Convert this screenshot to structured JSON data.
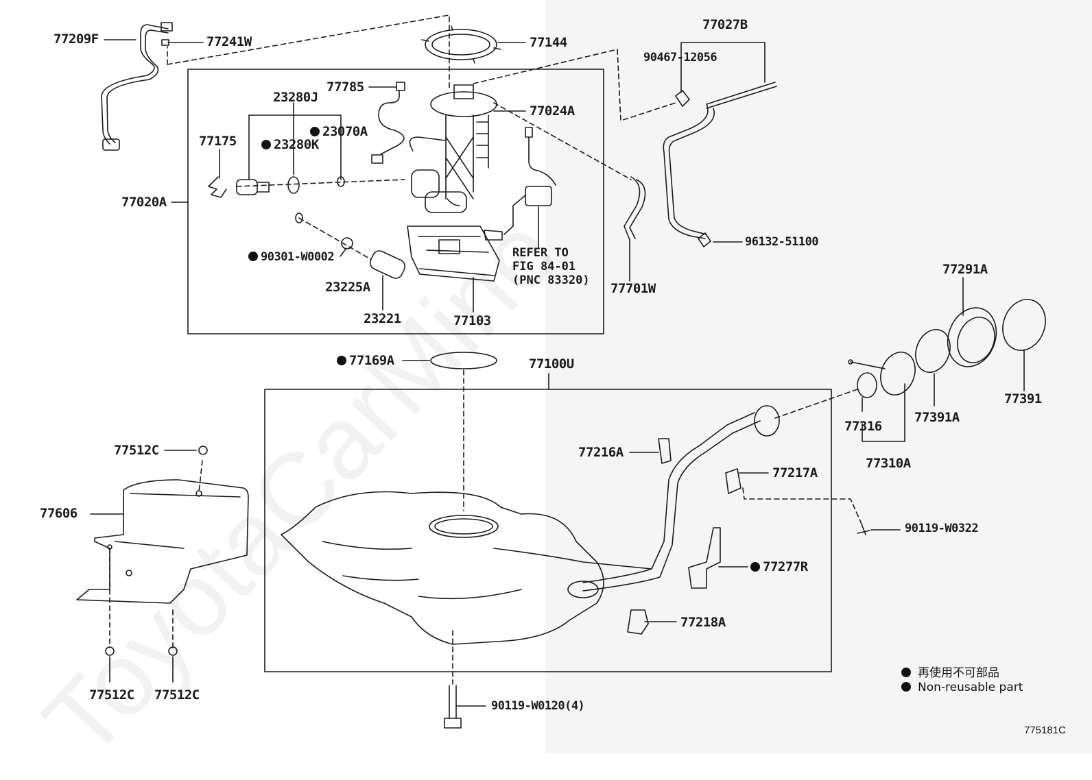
{
  "labels": {
    "p77209F": "77209F",
    "p77241W": "77241W",
    "p77144": "77144",
    "p77027B": "77027B",
    "p90467": "90467-12056",
    "p77785": "77785",
    "p23280J": "23280J",
    "p77024A": "77024A",
    "p23070A": "23070A",
    "p77175": "77175",
    "p23280K": "23280K",
    "p77020A": "77020A",
    "p90301": "90301-W0002",
    "p23225A": "23225A",
    "p23221": "23221",
    "p77103": "77103",
    "p77701W": "77701W",
    "p96132": "96132-51100",
    "p77291A": "77291A",
    "p77169A": "77169A",
    "p77100U": "77100U",
    "p77391": "77391",
    "p77316": "77316",
    "p77391A": "77391A",
    "p77310A": "77310A",
    "p77512C_top": "77512C",
    "p77216A": "77216A",
    "p77217A": "77217A",
    "p77606": "77606",
    "p90119_W0322": "90119-W0322",
    "p77277R": "77277R",
    "p77218A": "77218A",
    "p77512C_l": "77512C",
    "p77512C_r": "77512C",
    "p90119_W0120": "90119-W0120(4)"
  },
  "refer_note": [
    "REFER TO",
    "FIG 84-01",
    "(PNC 83320)"
  ],
  "legend": {
    "jp": "再使用不可部品",
    "en": "Non-reusable part"
  },
  "figure_number": "775181C",
  "watermark": "ToyotaCarMine",
  "colors": {
    "ink": "#1a1a1a",
    "right_shade": "#f5f5f5",
    "background": "#ffffff"
  }
}
